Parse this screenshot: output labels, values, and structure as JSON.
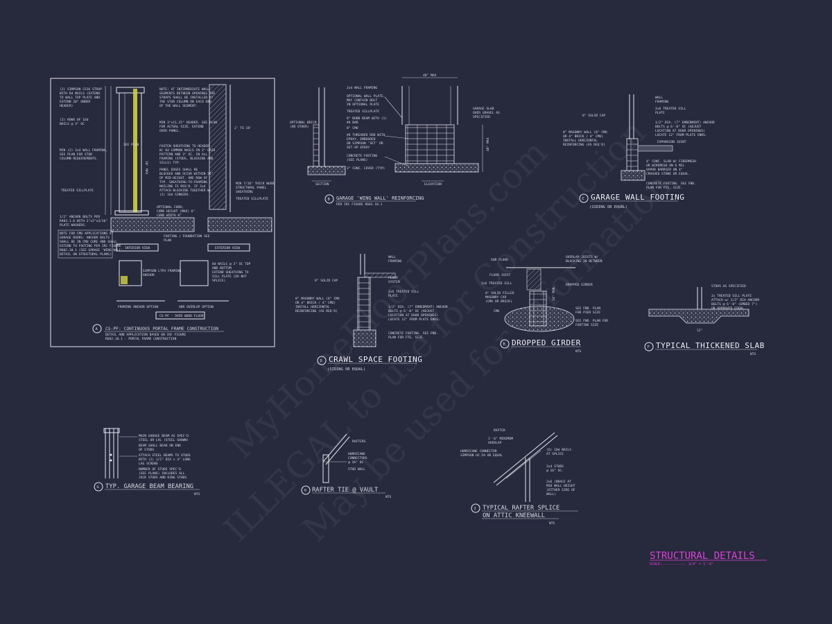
{
  "watermark": {
    "line1": "MyHomeFloorPlans.com",
    "line2": "ILLEGAL to use for Construction",
    "line3": "May be used for Information"
  },
  "sheet_title": {
    "title": "STRUCTURAL DETAILS",
    "scale_label": "SCALE:",
    "scale_value": "3/4\" = 1'-0\""
  },
  "detail_a": {
    "tag": "A",
    "title": "CS-PF: CONTINUOUS PORTAL FRAME CONSTRUCTION",
    "sub1": "DETAIL AND APPLICATION BASED ON IRC FIGURE",
    "sub2": "R602.10.1 - PORTAL FRAME CONSTRUCTION",
    "interior_view": "INTERIOR VIEW",
    "exterior_view": "EXTERIOR VIEW",
    "framing_anchor": "FRAMING ANCHOR OPTION",
    "hdr_overlap": "HDR OVERLAP OPTION",
    "over_wood": "CS-PF - OVER WOOD FLOOR",
    "n1": "(2) SIMPSON CS16 STRAP",
    "n2": "WITH 8d NAILS (EXTEND",
    "n3": "TO WALL TOP PLATE AND",
    "n4": "EXTEND 20\" UNDER",
    "n5": "HEADER)",
    "n6": "(2) ROWS OF 16d",
    "n7": "NAILS @ 3\" OC",
    "n8": "MIN (2) 2x4 WALL FRAMING,",
    "n9": "SEE PLAN FOR STUD",
    "n10": "COLUMN REQUIREMENTS.",
    "n11": "TREATED SILLPLATE",
    "n12": "1/2\" ANCHOR BOLTS PER",
    "n13": "R403.1.6 WITH 2\"x2\"x3/16\"",
    "n14": "PLATE WASHERS.",
    "n15": "NOTE: AT INTERMEDIATE WALL",
    "n16": "SEGMENTS BETWEEN OPENINGS THE",
    "n17": "STRAPS SHALL BE INSTALLED AT",
    "n18": "THE STUD COLUMN ON EACH END",
    "n19": "OF THE WALL SEGMENT.",
    "n20": "MIN 3\"x11.25\" HEADER. SEE PLAN",
    "n21": "FOR ACTUAL SIZE. EXTEND",
    "n22": "OVER PANEL.",
    "n23": "FASTEN SHEATHING TO HEADER",
    "n24": "W/ 8d COMMON NAILS IN 3\" GRID",
    "n25": "PATTERN AND 3\" OC. IN ALL",
    "n26": "FRAMING (STUDS, BLOCKING AND",
    "n27": "SILLS) TYP.",
    "n28": "PANEL EDGES SHALL BE",
    "n29": "BLOCKED AND OCCUR WITHIN 24\"",
    "n30": "OF MID-HEIGHT. ONE ROW OF",
    "n31": "TYP. SHEATHING-TO-FRAMING",
    "n32": "NAILING IS REQ'D. IF 2x4",
    "n33": "ATTACH BLOCKING TOGETHER W/",
    "n34": "(2) 16d SINKERS.",
    "n35": "OPTIONAL CURB;",
    "n36": "CURB HEIGHT (MAX) 6\"",
    "n37": "CURB WIDTH 8\"",
    "n38": "FOOTING / FOUNDATION SEE",
    "n39": "PLAN",
    "n40": "MIN 7/16\" THICK WOOD",
    "n41": "STRUCTURAL PANEL",
    "n42": "SHEATHING",
    "n43": "EXTEND SHEATHING TO",
    "n44": "SILL PLATE",
    "n45": "NOTE FOR CMU APPLICATIONS AT",
    "n46": "GARAGE DOORS: ANCHOR BOLTS",
    "n47": "SHALL BE IN CMU CORE AND SHALL",
    "n48": "EXTEND TO FOOTING PER IRC FIGURE",
    "n49": "R602.10.1 (SEE GARAGE 'WING WALL'",
    "n50": "DETAIL ON STRUCTURAL PLANS)",
    "n51": "SEE PLAN",
    "n52": "10' MAX",
    "n53": "2' TO 18'",
    "n54": "SIMPSON LTP4 FRAMING",
    "n55": "ANCHOR",
    "n56": "8d NAILS @ 3\" OC TOP",
    "n57": "AND BOTTOM",
    "n58": "EXTEND SHEATHING TO",
    "n59": "SILL PLATE (DO NOT",
    "n60": "SPLICE)"
  },
  "detail_b": {
    "tag": "B",
    "title": "GARAGE 'WING WALL' REINFORCING",
    "sub": "PER IRC FIGURE R602.10.1",
    "section": "SECTION",
    "elevation": "ELEVATION",
    "dim_top": "48\" MAX",
    "dim_side": "48\" MAX",
    "n1": "2x4 WALL FRAMING",
    "n2": "OPTIONAL WALL PLATE,",
    "n3": "MAY CONTAIN BOLT",
    "n4": "IN OPTIONAL PLATE",
    "n5": "TREATED SILLPLATE",
    "n6": "8\" BOND BEAM WITH (1)",
    "n7": "#4 BAR",
    "n8": "8\" CMU",
    "n9": "#4 THREADED ROD WITH",
    "n10": "EPOXY, EMBEDDED",
    "n11": "OR SIMPSON 'SET' OR",
    "n12": "SET-XP EPOXY",
    "n13": "CONCRETE FOOTING",
    "n14": "(SEE PLANS)",
    "n15": "3\" CONC. COVER (TYP)",
    "n16": "OPTIONAL BRICK",
    "n17": "(OR OTHER)",
    "n18": "GARAGE SLAB",
    "n19": "OVER GRAVEL AS",
    "n20": "SPECIFIED"
  },
  "detail_c": {
    "tag": "C",
    "title": "GARAGE WALL FOOTING",
    "sub": "(SIDING OR EQUAL)",
    "n1": "WALL",
    "n2": "FRAMING",
    "n3": "2x6 TREATED SILL",
    "n4": "PLATE",
    "n5": "8\" SOLID CAP",
    "n6": "1/2\" DIA. (7\" EMBEDMENT) ANCHOR",
    "n7": "BOLTS @ 6'-0\" OC (ADJUST",
    "n8": "LOCATION AT DOOR OPENINGS)",
    "n9": "LOCATE 12\" FROM PLATE ENDS.",
    "n10": "8\" MASONRY WALL (8\" CMU",
    "n11": "OR 4\" BRICK / 4\" CMU)",
    "n12": "INSTALL HORIZONTAL",
    "n13": "REINFORCING (AS REQ'D)",
    "n14": "EXPANSION JOINT",
    "n15": "4\" CONC. SLAB W/ FIBERMESH",
    "n16": "OR WIREMESH ON 6 MIL",
    "n17": "VAPOR BARRIER ON 4\"",
    "n18": "CRUSHED STONE OR EQUAL.",
    "n19": "CONCRETE FOOTING. SEE FND.",
    "n20": "PLAN FOR FTG. SIZE."
  },
  "detail_d": {
    "tag": "D",
    "title": "CRAWL SPACE FOOTING",
    "sub": "(SIDING OR EQUAL)",
    "n1": "WALL",
    "n2": "FRAMING",
    "n3": "8\" SOLID CAP",
    "n4": "FLOOR",
    "n5": "SYSTEM",
    "n6": "2x6 TREATED SILL",
    "n7": "PLATE",
    "n8": "8\" MASONRY WALL (8\" CMU",
    "n9": "OR 4\" BRICK / 4\" CMU)",
    "n10": "INSTALL HORIZONTAL",
    "n11": "REINFORCING (AS REQ'D)",
    "n12": "1/2\" DIA. (7\" EMBEDMENT) ANCHOR",
    "n13": "BOLTS @ 6'-0\" OC (ADJUST",
    "n14": "LOCATION AT DOOR OPENINGS)",
    "n15": "LOCATE 12\" FROM PLATE ENDS.",
    "n16": "CONCRETE FOOTING. SEE FND.",
    "n17": "PLAN FOR FTG. SIZE."
  },
  "detail_e": {
    "tag": "E",
    "title": "DROPPED GIRDER",
    "nts": "NTS",
    "n1": "SUB FLOOR",
    "n2": "OVERLAP JOISTS W/",
    "n3": "BLOCKING IN BETWEEN",
    "n4": "FLOOR JOIST",
    "n5": "2x6 TREATED SILL",
    "n6": "DROPPED GIRDER",
    "n7": "8\" SOLID FILLED",
    "n8": "MASONRY CAP",
    "n9": "(CMU OR BRICK)",
    "n10": "CMU",
    "n11": "SEE FND. PLAN",
    "n12": "FOR PIER SIZE",
    "n13": "SEE FND. PLAN FOR",
    "n14": "FOOTING SIZE",
    "n15": "24\" MIN."
  },
  "detail_f": {
    "tag": "F",
    "title": "TYPICAL THICKENED SLAB",
    "nts": "NTS",
    "n1": "STUDS AS SPECIFIED",
    "n2": "2x TREATED SILL PLATE",
    "n3": "ATTACH w/ 1/2\" DIA ANCHOR",
    "n4": "BOLTS @ 6'-0\" (EMBED 7\")",
    "n5": "OR APPROVED EQUAL",
    "n6": "12\""
  },
  "detail_g": {
    "tag": "G",
    "title": "TYP. GARAGE BEAM BEARING",
    "nts": "NTS",
    "n1": "MAIN GARAGE BEAM AS SPEC'D",
    "n2": "STEEL OR LVL (STEEL SHOWN)",
    "n3": "BEAM SHALL BEAR ON END",
    "n4": "OF STUDS",
    "n5": "ATTACH STEEL BEAMS TO STUDS",
    "n6": "WITH (2) 1/2\" DIA x 4\" LONG",
    "n7": "LAG SCREWS",
    "n8": "NUMBER OF STUDS SPEC'D",
    "n9": "(SEE PLANS) INCLUDES ALL",
    "n10": "JACK STUDS AND KING STUDS"
  },
  "detail_h": {
    "tag": "H",
    "title": "RAFTER TIE @ VAULT",
    "nts": "NTS",
    "n1": "RAFTERS",
    "n2": "HURRICANE",
    "n3": "CONNECTORS",
    "n4": "@ 16\" OC",
    "n5": "STUD WALL"
  },
  "detail_i": {
    "tag": "I",
    "title1": "TYPICAL RAFTER SPLICE",
    "title2": "ON ATTIC KNEEWALL",
    "nts": "NTS",
    "n1": "RAFTER",
    "n2": "1'-6\" MINIMUM",
    "n3": "OVERLAP",
    "n4": "HURRICANE CONNECTOR",
    "n5": "SIMPSON H2.5A OR EQUAL",
    "n6": "(6) 10d NAILS",
    "n7": "AT SPLICE",
    "n8": "2x4 STUDS",
    "n9": "@ 16\" OC.",
    "n10": "2x6 (BRACE AT",
    "n11": "MID WALL HEIGHT",
    "n12": "(EITHER SIDE OF",
    "n13": "WALL)"
  }
}
